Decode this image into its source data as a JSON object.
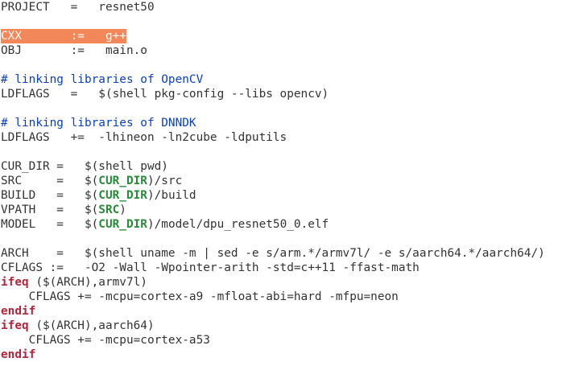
{
  "editor": {
    "highlight_color": "#f2875a",
    "comment_color": "#0a3fbf",
    "keyword_color": "#b2263d",
    "variable_color": "#2a8a3a",
    "lines": [
      [
        {
          "text": "PROJECT   =   resnet50"
        }
      ],
      [
        {
          "text": ""
        }
      ],
      [
        {
          "text": "CXX       :=   g++",
          "cursor": true
        }
      ],
      [
        {
          "text": "OBJ       :=   main.o"
        }
      ],
      [
        {
          "text": ""
        }
      ],
      [
        {
          "text": "# linking libraries of OpenCV",
          "cls": "tok-comment"
        }
      ],
      [
        {
          "text": "LDFLAGS   =   $(shell pkg-config --libs opencv)"
        }
      ],
      [
        {
          "text": ""
        }
      ],
      [
        {
          "text": "# linking libraries of DNNDK",
          "cls": "tok-comment"
        }
      ],
      [
        {
          "text": "LDFLAGS   +=  -lhineon -ln2cube -ldputils"
        }
      ],
      [
        {
          "text": ""
        }
      ],
      [
        {
          "text": "CUR_DIR =   $(shell pwd)"
        }
      ],
      [
        {
          "text": "SRC     =   $("
        },
        {
          "text": "CUR_DIR",
          "cls": "tok-var"
        },
        {
          "text": ")/src"
        }
      ],
      [
        {
          "text": "BUILD   =   $("
        },
        {
          "text": "CUR_DIR",
          "cls": "tok-var"
        },
        {
          "text": ")/build"
        }
      ],
      [
        {
          "text": "VPATH   =   $("
        },
        {
          "text": "SRC",
          "cls": "tok-var"
        },
        {
          "text": ")"
        }
      ],
      [
        {
          "text": "MODEL   =   $("
        },
        {
          "text": "CUR_DIR",
          "cls": "tok-var"
        },
        {
          "text": ")/model/dpu_resnet50_0.elf"
        }
      ],
      [
        {
          "text": ""
        }
      ],
      [
        {
          "text": "ARCH    =   $(shell uname -m | sed -e s/arm.*/armv7l/ -e s/aarch64.*/aarch64/)"
        }
      ],
      [
        {
          "text": "CFLAGS :=   -O2 -Wall -Wpointer-arith -std=c++11 -ffast-math"
        }
      ],
      [
        {
          "text": "ifeq",
          "cls": "tok-keyword"
        },
        {
          "text": " ($(ARCH),armv7l)"
        }
      ],
      [
        {
          "text": "    CFLAGS += -mcpu=cortex-a9 -mfloat-abi=hard -mfpu=neon"
        }
      ],
      [
        {
          "text": "endif",
          "cls": "tok-keyword"
        }
      ],
      [
        {
          "text": "ifeq",
          "cls": "tok-keyword"
        },
        {
          "text": " ($(ARCH),aarch64)"
        }
      ],
      [
        {
          "text": "    CFLAGS += -mcpu=cortex-a53"
        }
      ],
      [
        {
          "text": "endif",
          "cls": "tok-keyword"
        }
      ]
    ]
  }
}
